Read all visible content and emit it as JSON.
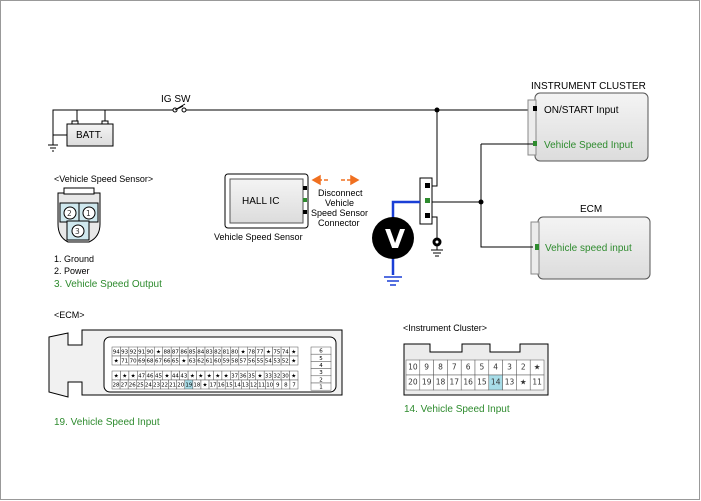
{
  "labels": {
    "ig_sw": "IG SW",
    "batt": "BATT.",
    "instrument_cluster_title": "INSTRUMENT CLUSTER",
    "on_start_input": "ON/START Input",
    "cluster_speed_input": "Vehicle Speed Input",
    "ecm_title": "ECM",
    "ecm_speed_input": "Vehicle speed input",
    "hall_ic": "HALL IC",
    "vehicle_speed_sensor": "Vehicle Speed Sensor",
    "disconnect_line1": "Disconnect",
    "disconnect_line2": "Vehicle",
    "disconnect_line3": "Speed Sensor",
    "disconnect_line4": "Connector",
    "voltmeter": "V"
  },
  "vss_connector": {
    "title": "<Vehicle Speed Sensor>",
    "pins": [
      "2",
      "1",
      "3"
    ],
    "legend": [
      "1. Ground",
      "2. Power",
      "3. Vehicle Speed Output"
    ]
  },
  "ecm_connector": {
    "title": "<ECM>",
    "caption": "19. Vehicle Speed Input",
    "row1": [
      "94",
      "93",
      "92",
      "91",
      "90",
      "★",
      "88",
      "87",
      "86",
      "85",
      "84",
      "83",
      "82",
      "81",
      "80",
      "★",
      "78",
      "77",
      "★",
      "75",
      "74",
      "★"
    ],
    "row2": [
      "★",
      "71",
      "70",
      "69",
      "68",
      "67",
      "66",
      "65",
      "★",
      "63",
      "62",
      "61",
      "60",
      "59",
      "58",
      "57",
      "56",
      "55",
      "54",
      "53",
      "52",
      "★"
    ],
    "row3": [
      "★",
      "★",
      "★",
      "47",
      "46",
      "45",
      "★",
      "44",
      "43",
      "★",
      "★",
      "★",
      "★",
      "★",
      "37",
      "36",
      "35",
      "★",
      "33",
      "32",
      "30",
      "★"
    ],
    "row4": [
      "28",
      "27",
      "26",
      "25",
      "24",
      "23",
      "22",
      "21",
      "20",
      "19",
      "18",
      "★",
      "17",
      "16",
      "15",
      "14",
      "13",
      "12",
      "11",
      "10",
      "9",
      "8",
      "7"
    ],
    "side": [
      "6",
      "5",
      "4",
      "3",
      "2",
      "1"
    ]
  },
  "cluster_connector": {
    "title": "<Instrument Cluster>",
    "caption": "14. Vehicle Speed Input",
    "row1": [
      "10",
      "9",
      "8",
      "7",
      "6",
      "5",
      "4",
      "3",
      "2",
      "★"
    ],
    "row2": [
      "20",
      "19",
      "18",
      "17",
      "16",
      "15",
      "14",
      "13",
      "★",
      "11"
    ],
    "highlight": "14"
  },
  "colors": {
    "wire": "#000000",
    "signal_wire": "#1a3fd6",
    "arrow": "#f07020",
    "green_text": "#2e8b2e",
    "module_fill": "#e6e6e6",
    "pin_highlight": "#a8dde8"
  }
}
